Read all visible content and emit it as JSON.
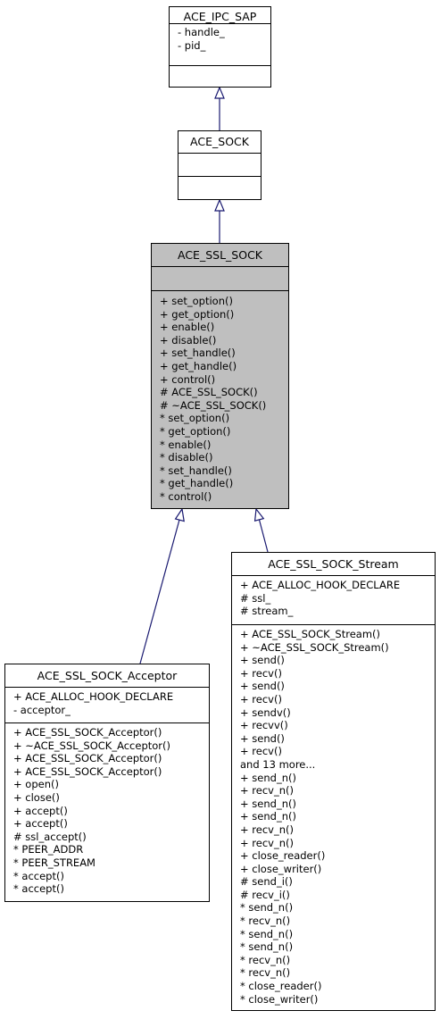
{
  "classes": {
    "ipc_sap": {
      "name": "ACE_IPC_SAP",
      "attributes": [
        "- handle_",
        "- pid_"
      ],
      "methods": []
    },
    "sock": {
      "name": "ACE_SOCK",
      "attributes": [],
      "methods": []
    },
    "ssl_sock": {
      "name": "ACE_SSL_SOCK",
      "attributes": [],
      "methods": [
        "+ set_option()",
        "+ get_option()",
        "+ enable()",
        "+ disable()",
        "+ set_handle()",
        "+ get_handle()",
        "+ control()",
        "# ACE_SSL_SOCK()",
        "# ~ACE_SSL_SOCK()",
        "* set_option()",
        "* get_option()",
        "* enable()",
        "* disable()",
        "* set_handle()",
        "* get_handle()",
        "* control()"
      ]
    },
    "stream": {
      "name": "ACE_SSL_SOCK_Stream",
      "attributes": [
        "+ ACE_ALLOC_HOOK_DECLARE",
        "# ssl_",
        "# stream_"
      ],
      "methods": [
        "+ ACE_SSL_SOCK_Stream()",
        "+ ~ACE_SSL_SOCK_Stream()",
        "+ send()",
        "+ recv()",
        "+ send()",
        "+ recv()",
        "+ sendv()",
        "+ recvv()",
        "+ send()",
        "+ recv()",
        "and 13 more...",
        "+ send_n()",
        "+ recv_n()",
        "+ send_n()",
        "+ send_n()",
        "+ recv_n()",
        "+ recv_n()",
        "+ close_reader()",
        "+ close_writer()",
        "# send_i()",
        "# recv_i()",
        "* send_n()",
        "* recv_n()",
        "* send_n()",
        "* send_n()",
        "* recv_n()",
        "* recv_n()",
        "* close_reader()",
        "* close_writer()"
      ]
    },
    "acceptor": {
      "name": "ACE_SSL_SOCK_Acceptor",
      "attributes": [
        "+ ACE_ALLOC_HOOK_DECLARE",
        "- acceptor_"
      ],
      "methods": [
        "+ ACE_SSL_SOCK_Acceptor()",
        "+ ~ACE_SSL_SOCK_Acceptor()",
        "+ ACE_SSL_SOCK_Acceptor()",
        "+ ACE_SSL_SOCK_Acceptor()",
        "+ open()",
        "+ close()",
        "+ accept()",
        "+ accept()",
        "# ssl_accept()",
        "* PEER_ADDR",
        "* PEER_STREAM",
        "* accept()",
        "* accept()"
      ]
    }
  },
  "colors": {
    "edge": "#191970",
    "highlight_fill": "#bfbfbf",
    "box_fill": "#ffffff",
    "border": "#000000"
  }
}
